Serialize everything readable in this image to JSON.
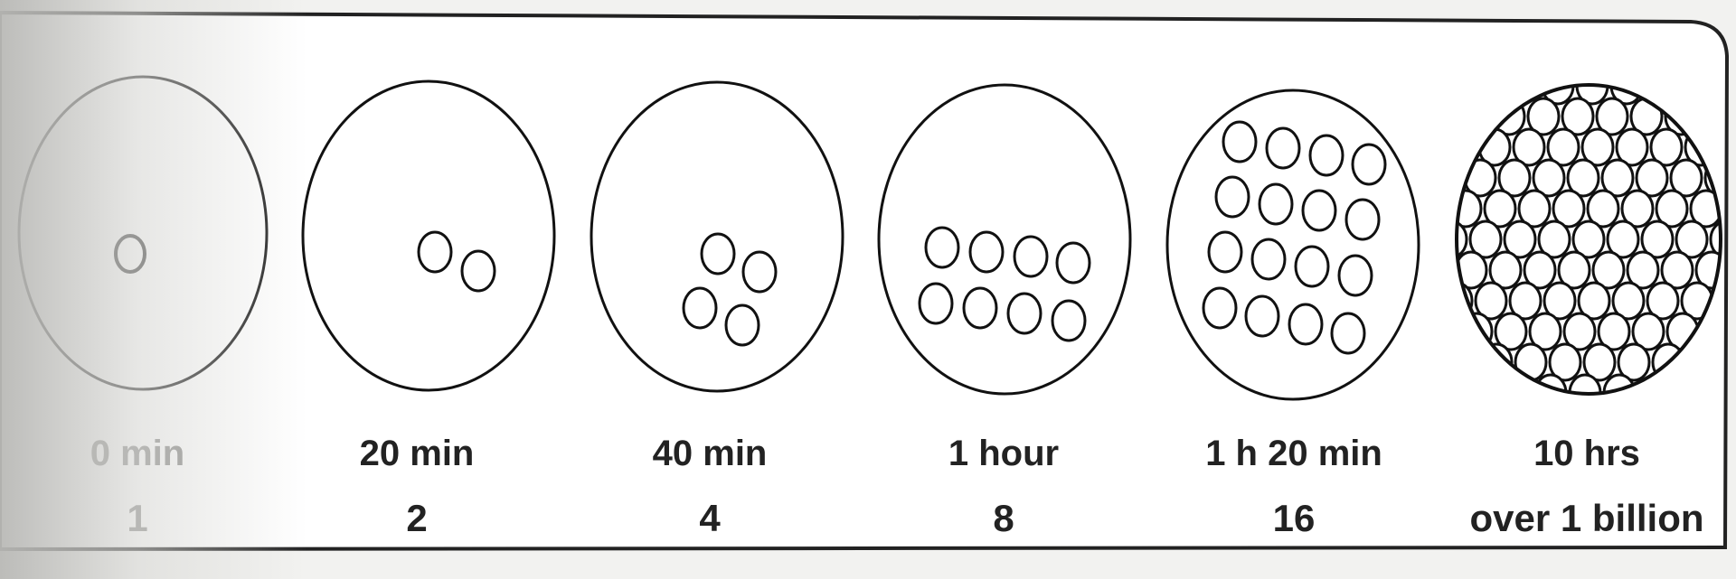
{
  "stages": [
    {
      "time": "0 min",
      "count": "1",
      "cells": 1
    },
    {
      "time": "20 min",
      "count": "2",
      "cells": 2
    },
    {
      "time": "40 min",
      "count": "4",
      "cells": 4
    },
    {
      "time": "1 hour",
      "count": "8",
      "cells": 8
    },
    {
      "time": "1 h 20 min",
      "count": "16",
      "cells": 16
    },
    {
      "time": "10 hrs",
      "count": "over 1 billion",
      "cells": "many"
    }
  ],
  "colors": {
    "outline": "#111111",
    "panel": "#ffffff",
    "background": "#f2f2f0"
  }
}
